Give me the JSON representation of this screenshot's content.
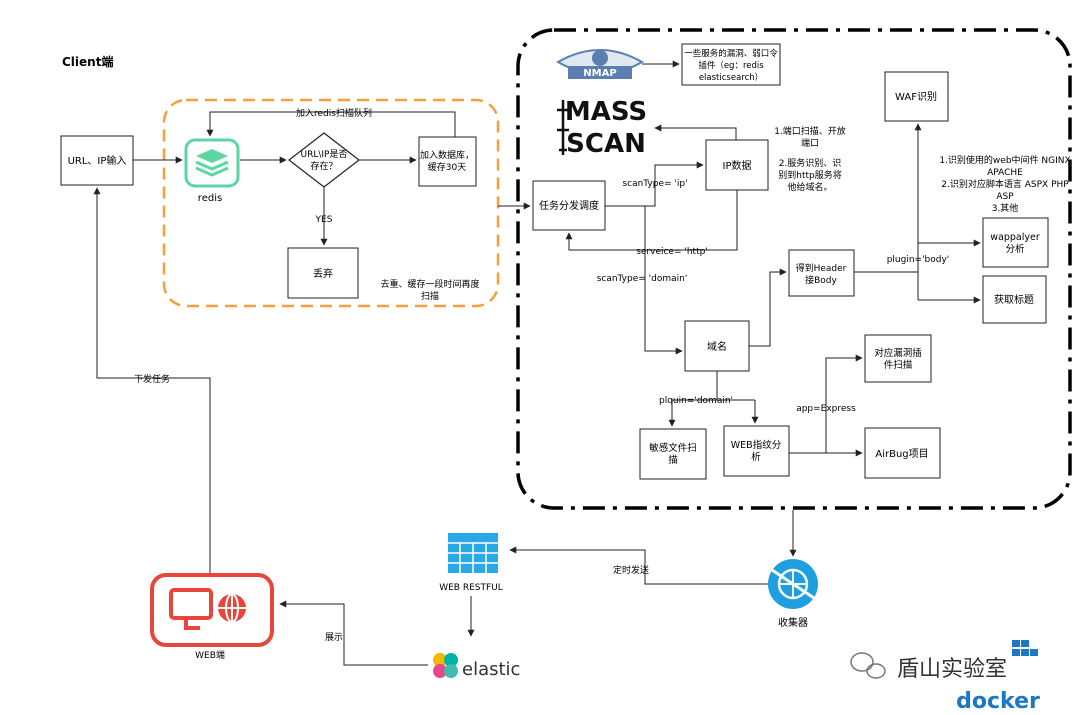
{
  "client_label": "Client端",
  "nodes": {
    "url_input": "URL、IP输入",
    "redis": "redis",
    "exists_q1": "URL\\IP是否",
    "exists_q2": "存在？",
    "add_db1": "加入数据库，",
    "add_db2": "缓存30天",
    "discard": "丢弃",
    "task_dispatch": "任务分发调度",
    "ip_data": "IP数据",
    "domain": "域名",
    "get_header1": "得到Header",
    "get_header2": "接Body",
    "waf": "WAF识别",
    "wappalyer1": "wappalyer",
    "wappalyer2": "分析",
    "get_title": "获取标题",
    "vuln_plugin1": "对应漏洞插",
    "vuln_plugin2": "件扫描",
    "sensitive1": "敏感文件扫",
    "sensitive2": "描",
    "web_fp1": "WEB指纹分",
    "web_fp2": "析",
    "airbug": "AirBug项目",
    "plugin_box1": "一些服务的漏洞、弱口令",
    "plugin_box2": "插件（eg：redis",
    "plugin_box3": "elasticsearch）",
    "collector": "收集器",
    "web_restful": "WEB RESTFUL",
    "web_end": "WEB端",
    "elastic": "elastic",
    "nmap": "NMAP",
    "masscan1": "MASS",
    "masscan2": "SCAN",
    "docker": "docker",
    "watermark": "盾山实验室"
  },
  "labels": {
    "add_redis_queue": "加入redis扫描队列",
    "yes": "YES",
    "dedupe1": "去重、缓存一段时间再度",
    "dedupe2": "扫描",
    "port_scan1": "1.端口扫描、开放",
    "port_scan2": "端口",
    "service_id1": "2.服务识别、识",
    "service_id2": "别到http服务将",
    "service_id3": "他给域名。",
    "scan_type_ip": "scanType= 'ip'",
    "service_http": "serveice= 'http'",
    "scan_type_domain": "scanType= 'domain'",
    "plugin_body": "plugin='body'",
    "plugin_domain": "plquin='domain'",
    "app_express": "app=Express",
    "waf_note1": "1.识别使用的web中间件 NGINX",
    "waf_note2": "APACHE",
    "waf_note3": "2.识别对应脚本语言 ASPX PHP",
    "waf_note4": "ASP",
    "waf_note5": "3.其他",
    "issue_task": "下发任务",
    "timed_send": "定时发送",
    "display": "展示"
  },
  "colors": {
    "orange_dash": "#f5a03c",
    "redis_green": "#5cd6a3",
    "collector_blue": "#1e9fe0",
    "restful_blue": "#2aa8e6",
    "web_red": "#e8463c",
    "nmap_blue": "#5a7fb0",
    "docker_blue": "#1d77c2"
  }
}
